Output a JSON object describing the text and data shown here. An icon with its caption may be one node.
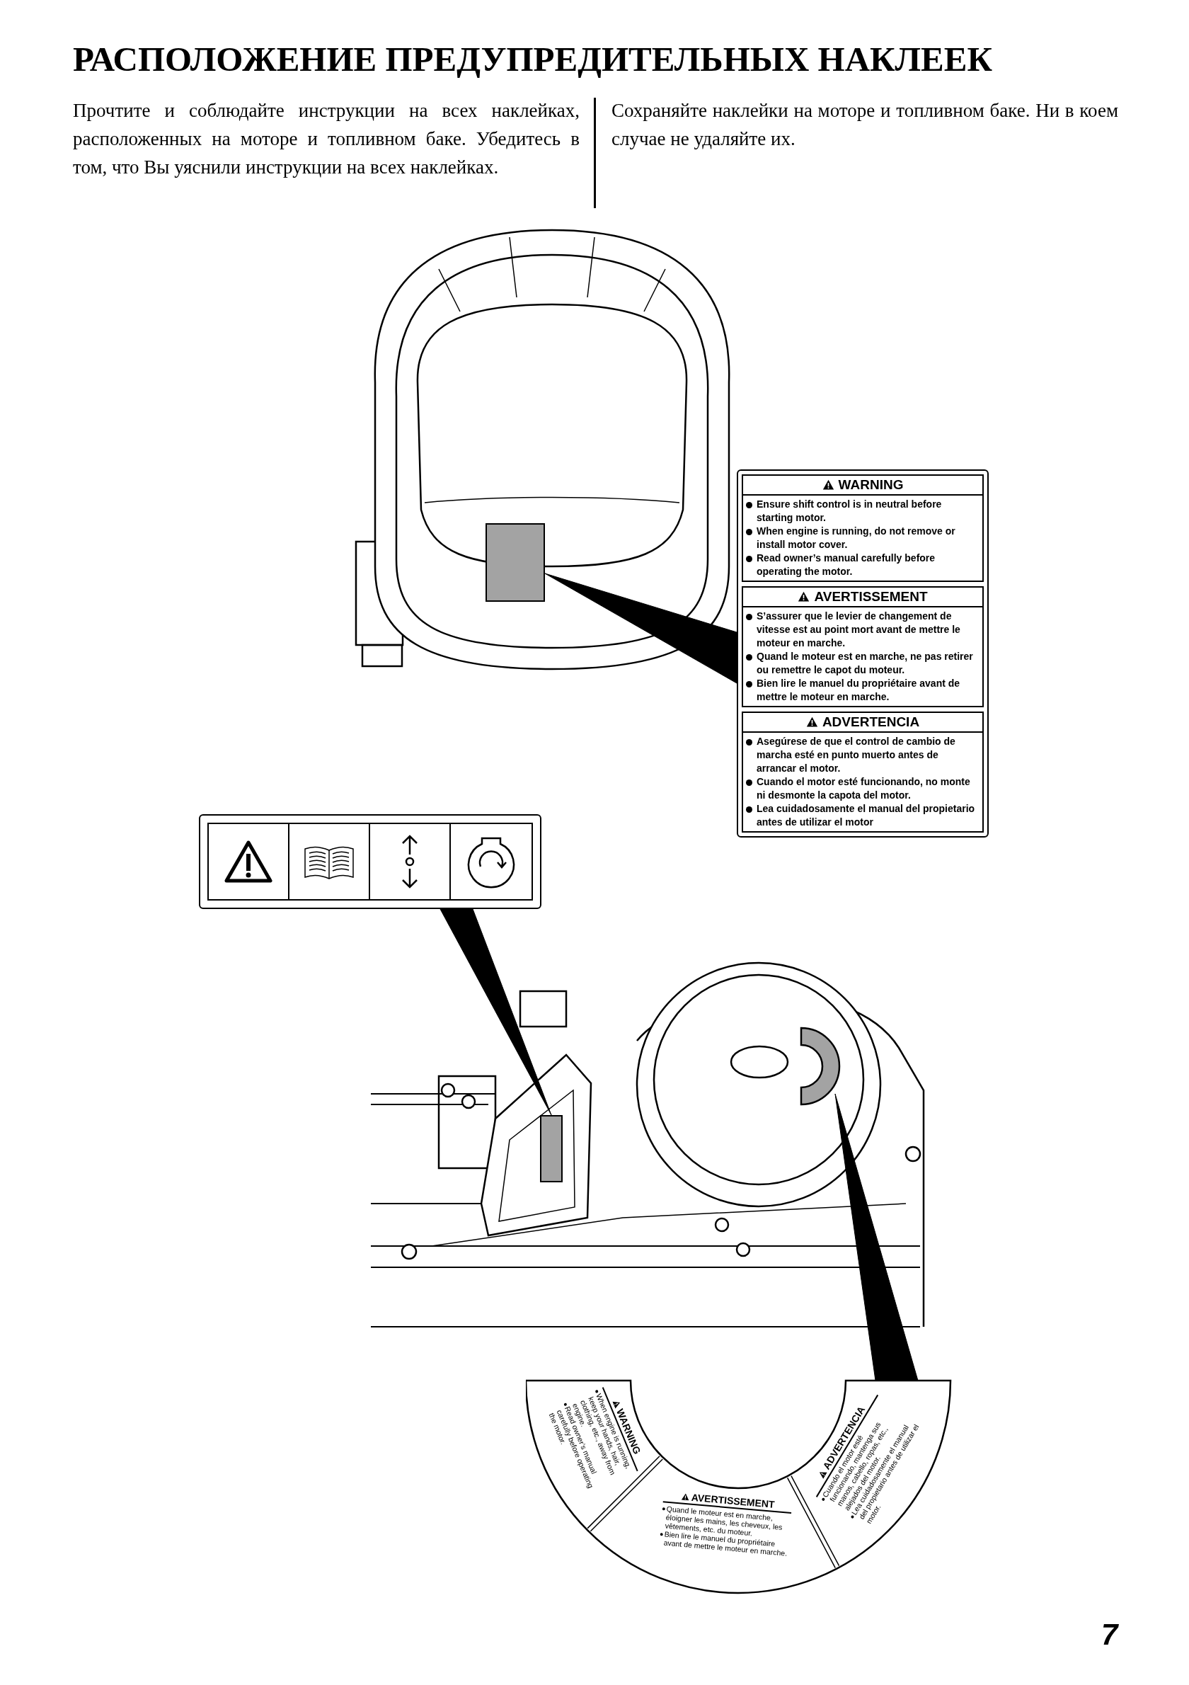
{
  "diagram": {
    "title": "РАСПОЛОЖЕНИЕ ПРЕДУПРЕДИТЕЛЬНЫХ НАКЛЕЕК",
    "nodes": [
      {
        "text": [],
        "shape": "box"
      },
      {
        "text": [],
        "shape": "box"
      },
      {
        "text": [
          "WARNING",
          "Ensure shift control is in neutral before starting motor.",
          "When engine is running, do not remove or install motor cover.",
          "Read owner’s manual carefully before operating the motor."
        ],
        "in": 1
      },
      {
        "text": [
          "AVERTISSEMENT",
          "S’assurer que le levier de changement de vitesse est au point mort avant de mettre le moteur en marche.",
          "Quand le moteur est en marche, ne pas retirer ou remettre le capot du moteur.",
          "Bien lire le manuel du propriétaire avant de mettre le moteur en marche."
        ],
        "in": 1
      },
      {
        "text": [
          "ADVERTENCIA",
          "Asegúrese de que el control de cambio de marcha esté en punto muerto antes de arrancar el motor.",
          "Cuando el motor esté funcionando, no monte ni desmonte la capota del motor.",
          "Lea cuidadosamente el manual del propietario antes de utilizar el motor"
        ],
        "in": 1
      },
      {
        "text": [],
        "shape": "box"
      },
      {
        "text": [],
        "shape": "box"
      },
      {
        "text": [],
        "shape": "arc"
      },
      {
        "text": [],
        "shape": "arc"
      },
      {
        "text": [
          "WARNING",
          "When engine is running, keep your hands, hair, clothing, etc., away from engine.",
          "Read owner’s manual carefully before operating the motor."
        ],
        "in": 8
      },
      {
        "text": [
          "AVERTISSEMENT",
          "Quand le moteur est en marche, éloigner les mains, les cheveux, les vêtements, etc. du moteur.",
          "Bien lire le manuel du propriétaire avant de mettre le moteur en marche."
        ],
        "in": 8
      },
      {
        "text": [
          "ADVERTENCIA",
          "Cuando el motor esté funcionando, mantenga sus manos, cabello, ropas, etc., alejados del motor.",
          "Lea cuidadosamente el manual del propietario antes de utilizar el motor."
        ],
        "in": 8
      }
    ],
    "edges": [
      {
        "from": 1,
        "to": 0,
        "arrow": "none"
      },
      {
        "from": 5,
        "to": 6,
        "arrow": "none"
      },
      {
        "from": 8,
        "to": 7,
        "arrow": "none"
      }
    ],
    "labels": [
      "Прочтите и соблюдайте инструкции на всех наклейках, расположенных на моторе и топливном баке. Убедитесь в том, что Вы уяснили инструкции на всех наклейках.",
      "Сохраняйте наклейки на моторе и топливном баке. Ни в коем случае не удаляйте их.",
      "7"
    ]
  }
}
